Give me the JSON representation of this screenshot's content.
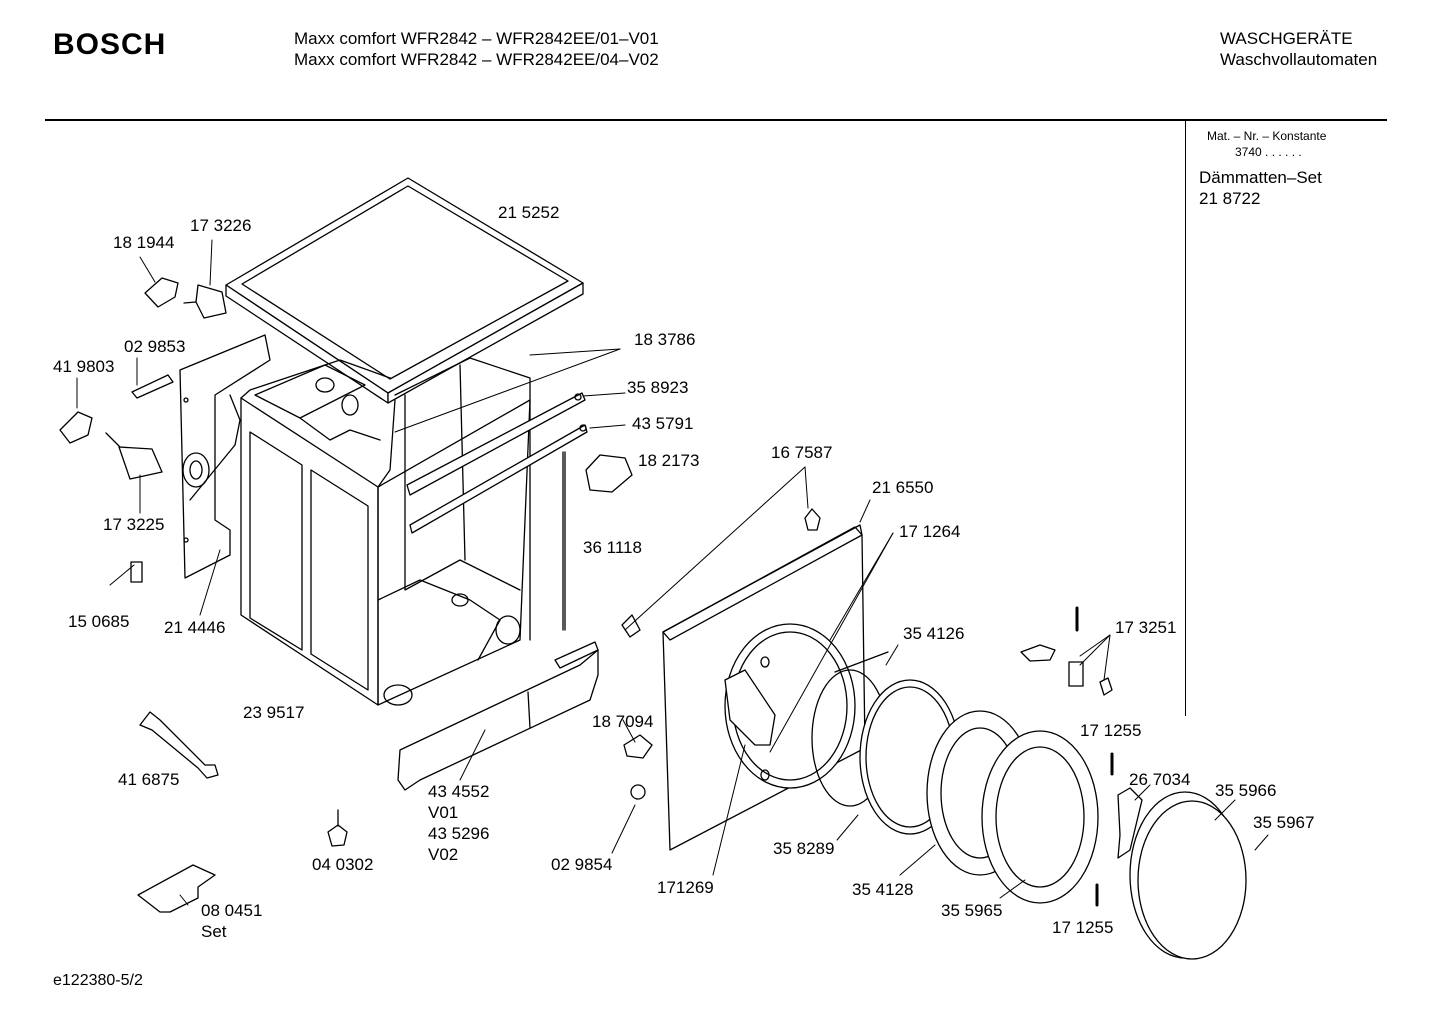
{
  "header": {
    "brand": "BOSCH",
    "model_line_1": "Maxx comfort WFR2842 – WFR2842EE/01–V01",
    "model_line_2": "Maxx comfort WFR2842 – WFR2842EE/04–V02",
    "category": "WASCHGERÄTE",
    "subcategory": "Waschvollautomaten"
  },
  "sidebar": {
    "mat_label": "Mat. – Nr. – Konstante",
    "mat_value": "3740 . . . . . .",
    "kit_name": "Dämmatten–Set",
    "kit_number": "21 8722"
  },
  "footer": {
    "drawing_id": "e122380-5/2"
  },
  "parts": [
    {
      "id": "p181944",
      "text": "18 1944"
    },
    {
      "id": "p173226",
      "text": "17 3226"
    },
    {
      "id": "p215252",
      "text": "21 5252"
    },
    {
      "id": "p029853",
      "text": "02 9853"
    },
    {
      "id": "p419803",
      "text": "41 9803"
    },
    {
      "id": "p183786",
      "text": "18 3786"
    },
    {
      "id": "p358923",
      "text": "35 8923"
    },
    {
      "id": "p435791",
      "text": "43 5791"
    },
    {
      "id": "p182173",
      "text": "18 2173"
    },
    {
      "id": "p167587",
      "text": "16 7587"
    },
    {
      "id": "p216550",
      "text": "21 6550"
    },
    {
      "id": "p173225",
      "text": "17 3225"
    },
    {
      "id": "p171264",
      "text": "17 1264"
    },
    {
      "id": "p361118",
      "text": "36 1118"
    },
    {
      "id": "p150685",
      "text": "15 0685"
    },
    {
      "id": "p214446",
      "text": "21 4446"
    },
    {
      "id": "p354126",
      "text": "35 4126"
    },
    {
      "id": "p173251",
      "text": "17 3251"
    },
    {
      "id": "p239517",
      "text": "23 9517"
    },
    {
      "id": "p187094",
      "text": "18 7094"
    },
    {
      "id": "p171255a",
      "text": "17 1255"
    },
    {
      "id": "p416875",
      "text": "41 6875"
    },
    {
      "id": "p434552",
      "text": "43 4552"
    },
    {
      "id": "pV01",
      "text": "V01"
    },
    {
      "id": "p435296",
      "text": "43 5296"
    },
    {
      "id": "pV02",
      "text": "V02"
    },
    {
      "id": "p267034",
      "text": "26 7034"
    },
    {
      "id": "p355966",
      "text": "35 5966"
    },
    {
      "id": "p355967",
      "text": "35 5967"
    },
    {
      "id": "p358289",
      "text": "35 8289"
    },
    {
      "id": "p040302",
      "text": "04 0302"
    },
    {
      "id": "p029854",
      "text": "02 9854"
    },
    {
      "id": "p171269",
      "text": "171269"
    },
    {
      "id": "p354128",
      "text": "35 4128"
    },
    {
      "id": "p355965",
      "text": "35 5965"
    },
    {
      "id": "p080451",
      "text": "08 0451"
    },
    {
      "id": "pSet",
      "text": "Set"
    },
    {
      "id": "p171255b",
      "text": "17 1255"
    }
  ]
}
